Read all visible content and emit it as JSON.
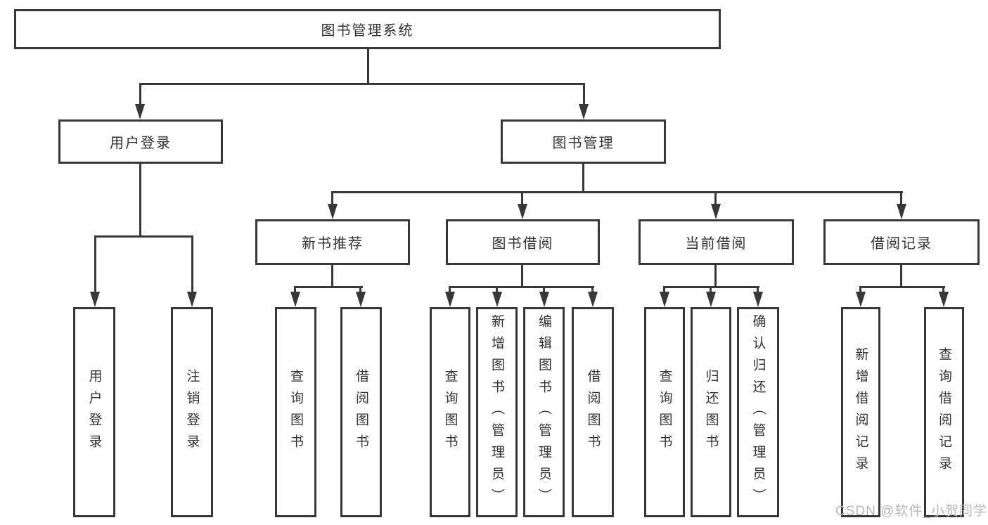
{
  "diagram_title": "图书管理系统",
  "nodes": {
    "root": {
      "label": "图书管理系统"
    },
    "user_login": {
      "label": "用户登录"
    },
    "book_management": {
      "label": "图书管理"
    },
    "new_book_recommend": {
      "label": "新书推荐"
    },
    "book_borrowing": {
      "label": "图书借阅"
    },
    "current_borrowing": {
      "label": "当前借阅"
    },
    "borrowing_records": {
      "label": "借阅记录"
    },
    "leaf_user_login": {
      "label": "用户登录"
    },
    "leaf_logout": {
      "label": "注销登录"
    },
    "leaf_recommend_query_books": {
      "label": "查询图书"
    },
    "leaf_recommend_borrow_books": {
      "label": "借阅图书"
    },
    "leaf_borrowing_query_books": {
      "label": "查询图书"
    },
    "leaf_borrowing_add_books": {
      "label": "新增图书（管理员）"
    },
    "leaf_borrowing_edit_books": {
      "label": "编辑图书（管理员）"
    },
    "leaf_borrowing_borrow_books": {
      "label": "借阅图书"
    },
    "leaf_current_query_books": {
      "label": "查询图书"
    },
    "leaf_current_return_books": {
      "label": "归还图书"
    },
    "leaf_current_confirm_return": {
      "label": "确认归还（管理员）"
    },
    "leaf_records_add_record": {
      "label": "新增借阅记录"
    },
    "leaf_records_query_record": {
      "label": "查询借阅记录"
    }
  },
  "watermark": {
    "text": "CSDN @软件_小贺同学"
  },
  "colors": {
    "line": "#383838",
    "text": "#333333",
    "watermark": "#b9b9b9",
    "background": "#ffffff"
  }
}
